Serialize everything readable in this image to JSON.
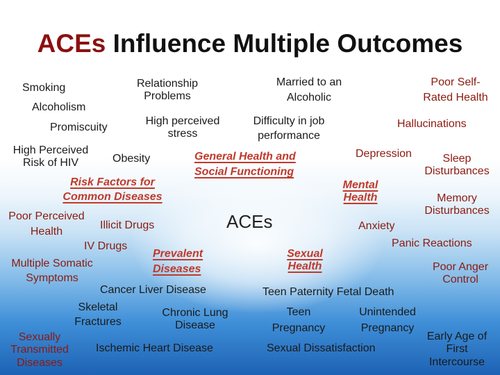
{
  "title": {
    "highlight": "ACEs",
    "rest": " Influence Multiple Outcomes"
  },
  "center": "ACEs",
  "risk_factors": {
    "header": "Risk Factors for Common Diseases",
    "header_line1": "Risk Factors for",
    "header_line2": "Common Diseases",
    "items": {
      "smoking": "Smoking",
      "alcoholism": "Alcoholism",
      "promiscuity": "Promiscuity",
      "high_risk_hiv_1": "High Perceived",
      "high_risk_hiv_2": "Risk of HIV",
      "obesity": "Obesity",
      "relationship_1": "Relationship",
      "relationship_2": "Problems",
      "stress_1": "High perceived",
      "stress_2": "stress",
      "poor_health_1": "Poor Perceived",
      "poor_health_2": "Health",
      "illicit_drugs": "Illicit Drugs",
      "iv_drugs": "IV Drugs",
      "somatic_1": "Multiple Somatic",
      "somatic_2": "Symptoms"
    }
  },
  "general_health": {
    "header_line1": "General Health and",
    "header_line2": "Social Functioning",
    "items": {
      "married_1": "Married to an",
      "married_2": "Alcoholic",
      "job_1": "Difficulty in job",
      "job_2": "performance"
    }
  },
  "mental_health": {
    "header_line1": "Mental",
    "header_line2": "Health",
    "items": {
      "self_rated_1": "Poor Self-",
      "self_rated_2": "Rated Health",
      "hallucinations": "Hallucinations",
      "depression": "Depression",
      "sleep_1": "Sleep",
      "sleep_2": "Disturbances",
      "memory_1": "Memory",
      "memory_2": "Disturbances",
      "anxiety": "Anxiety",
      "panic": "Panic Reactions",
      "anger_1": "Poor Anger",
      "anger_2": "Control"
    }
  },
  "prevalent_diseases": {
    "header_line1": "Prevalent",
    "header_line2": "Diseases",
    "items": {
      "cancer": "Cancer Liver Disease",
      "skeletal_1": "Skeletal",
      "skeletal_2": "Fractures",
      "lung_1": "Chronic Lung",
      "lung_2": "Disease",
      "std_1": "Sexually",
      "std_2": "Transmitted",
      "std_3": "Diseases",
      "ischemic": "Ischemic Heart Disease"
    }
  },
  "sexual_health": {
    "header_line1": "Sexual",
    "header_line2": "Health",
    "items": {
      "teen_paternity": "Teen Paternity Fetal Death",
      "teen_preg_1": "Teen",
      "teen_preg_2": "Pregnancy",
      "unintended_1": "Unintended",
      "unintended_2": "Pregnancy",
      "dissatisfaction": "Sexual Dissatisfaction",
      "first_1": "Early Age of",
      "first_2": "First",
      "first_3": "Intercourse"
    }
  },
  "colors": {
    "title_accent": "#8b1010",
    "category_header": "#c0392b",
    "risk_item": "#8b1a10",
    "background_top": "#ffffff",
    "background_bottom": "#1d62b4"
  }
}
